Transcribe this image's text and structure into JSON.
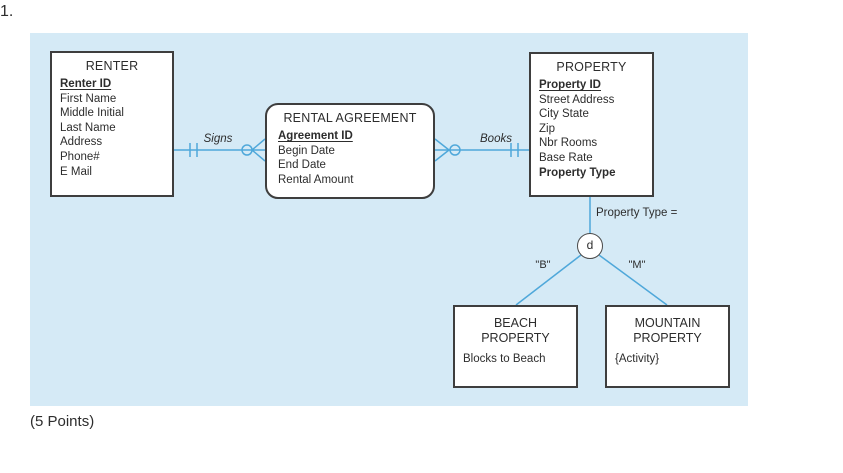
{
  "page": {
    "question_number": "1.",
    "points_label": "(5 Points)"
  },
  "colors": {
    "canvas_background": "#d5eaf6",
    "connector_blue": "#4fa8da",
    "entity_border": "#3e3e3e",
    "text": "#2d2d2d"
  },
  "entities": {
    "renter": {
      "title": "RENTER",
      "attributes": [
        {
          "text": "Renter ID"
        },
        {
          "text": "First Name"
        },
        {
          "text": "Middle Initial"
        },
        {
          "text": "Last Name"
        },
        {
          "text": "Address"
        },
        {
          "text": "Phone#"
        },
        {
          "text": "E Mail"
        }
      ]
    },
    "rental_agreement": {
      "title": "RENTAL AGREEMENT",
      "attributes": [
        {
          "text": "Agreement ID"
        },
        {
          "text": "Begin Date"
        },
        {
          "text": "End Date"
        },
        {
          "text": "Rental Amount"
        }
      ]
    },
    "property": {
      "title": "PROPERTY",
      "attributes": [
        {
          "text": "Property ID"
        },
        {
          "text": "Street Address"
        },
        {
          "text": "City State"
        },
        {
          "text": "Zip"
        },
        {
          "text": "Nbr Rooms"
        },
        {
          "text": "Base Rate"
        },
        {
          "text": "Property Type"
        }
      ]
    },
    "beach_property": {
      "title_line1": "BEACH",
      "title_line2": "PROPERTY",
      "attributes": [
        {
          "text": "Blocks to Beach"
        }
      ]
    },
    "mountain_property": {
      "title_line1": "MOUNTAIN",
      "title_line2": "PROPERTY",
      "attributes": [
        {
          "text": "{Activity}"
        }
      ]
    }
  },
  "relationships": {
    "signs": {
      "label": "Signs",
      "renter_end_marker": "one-and-only-one-bars",
      "agreement_end_marker": "zero-or-many-circle-crowfoot"
    },
    "books": {
      "label": "Books",
      "agreement_end_marker": "zero-or-many-circle-crowfoot",
      "property_end_marker": "one-and-only-one-bars"
    }
  },
  "subtype": {
    "condition_label": "Property Type =",
    "discriminator": "d",
    "beach_branch_value": "\"B\"",
    "mountain_branch_value": "\"M\""
  }
}
